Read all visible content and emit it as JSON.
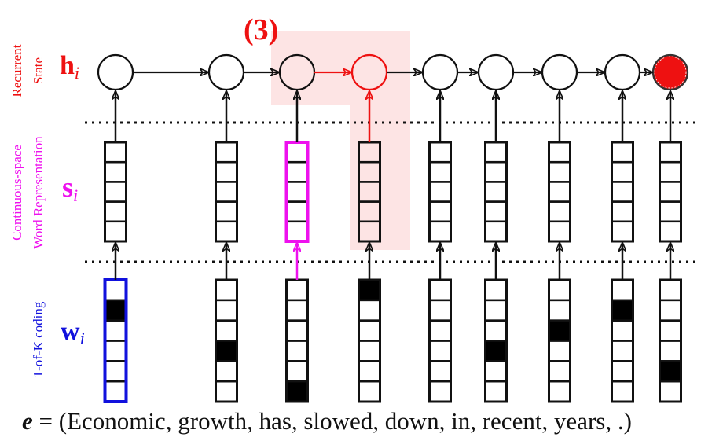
{
  "step_marker": "(3)",
  "layers": {
    "hidden": {
      "symbol": "h",
      "subscript": "i",
      "label_lines": [
        "Recurrent",
        "State"
      ],
      "color": "#ee1111"
    },
    "embedding": {
      "symbol": "s",
      "subscript": "i",
      "label_lines": [
        "Continuous-space",
        "Word Representation"
      ],
      "color": "#ee11ee"
    },
    "onehot": {
      "symbol": "w",
      "subscript": "i",
      "label_lines": [
        "1-of-K coding"
      ],
      "color": "#1111dd"
    }
  },
  "caption": {
    "var": "e",
    "equals": " = ",
    "text": "(Economic, growth, has, slowed, down, in, recent, years, .)"
  },
  "words": [
    {
      "word": "Economic",
      "onehot_index": 1,
      "w_highlight": "blue",
      "s_highlight": null,
      "h_state": "normal"
    },
    {
      "word": "growth",
      "onehot_index": 3,
      "w_highlight": null,
      "s_highlight": null,
      "h_state": "normal"
    },
    {
      "word": "has",
      "onehot_index": 5,
      "w_highlight": null,
      "s_highlight": "magenta",
      "h_state": "normal"
    },
    {
      "word": "slowed",
      "onehot_index": 0,
      "w_highlight": null,
      "s_highlight": null,
      "h_state": "red-outline"
    },
    {
      "word": "down",
      "onehot_index": null,
      "w_highlight": null,
      "s_highlight": null,
      "h_state": "normal"
    },
    {
      "word": "in",
      "onehot_index": 3,
      "w_highlight": null,
      "s_highlight": null,
      "h_state": "normal"
    },
    {
      "word": "recent",
      "onehot_index": 2,
      "w_highlight": null,
      "s_highlight": null,
      "h_state": "normal"
    },
    {
      "word": "years",
      "onehot_index": 1,
      "w_highlight": null,
      "s_highlight": null,
      "h_state": "normal"
    },
    {
      "word": ".",
      "onehot_index": 4,
      "w_highlight": null,
      "s_highlight": null,
      "h_state": "filled-red"
    }
  ],
  "onehot_size": 6,
  "embedding_size": 5,
  "colors": {
    "highlight_region": "#fde4e4",
    "red": "#ee1111",
    "magenta": "#ee11ee",
    "blue": "#1111dd",
    "black": "#111111"
  }
}
